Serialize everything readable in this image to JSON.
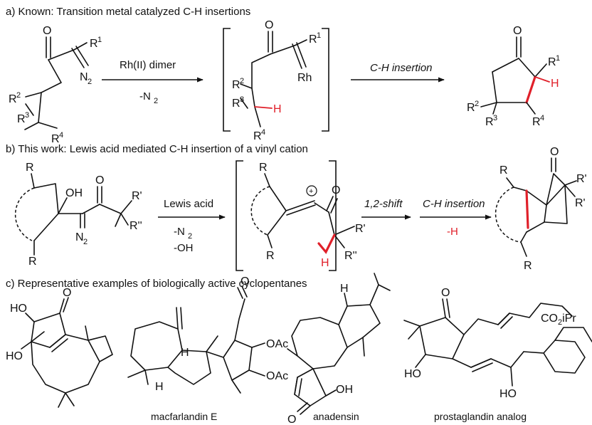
{
  "sections": {
    "a": {
      "header": "a) Known: Transition metal catalyzed C-H insertions",
      "reagent": "Rh(II) dimer",
      "byproduct": "-N",
      "byproduct_sub": "2",
      "step": "C-H insertion"
    },
    "b": {
      "header": "b) This work: Lewis acid mediated C-H insertion of a vinyl cation",
      "reagent": "Lewis acid",
      "byproduct_1": "-N",
      "byproduct_1_sub": "2",
      "byproduct_2": "-OH",
      "step_1": "1,2-shift",
      "step_2": "C-H insertion",
      "step_2_loss": "-H"
    },
    "c": {
      "header": "c) Representative examples of biologically active cyclopentanes",
      "captions": [
        "macfarlandin E",
        "anadensin",
        "prostaglandin analog"
      ]
    }
  },
  "atoms": {
    "O": "O",
    "R": "R",
    "H": "H",
    "Rh": "Rh",
    "N": "N",
    "OH": "OH",
    "HO": "HO",
    "OAc": "OAc",
    "CO2iPr_a": "CO",
    "CO2iPr_b": "2",
    "CO2iPr_c": "iPr",
    "R1": "1",
    "R2": "2",
    "R3": "3",
    "R4": "4",
    "Rp": "R'",
    "Rpp": "R''",
    "charge": "+",
    "N2_sub": "2"
  },
  "colors": {
    "bond": "#111111",
    "highlight": "#e0202a"
  }
}
